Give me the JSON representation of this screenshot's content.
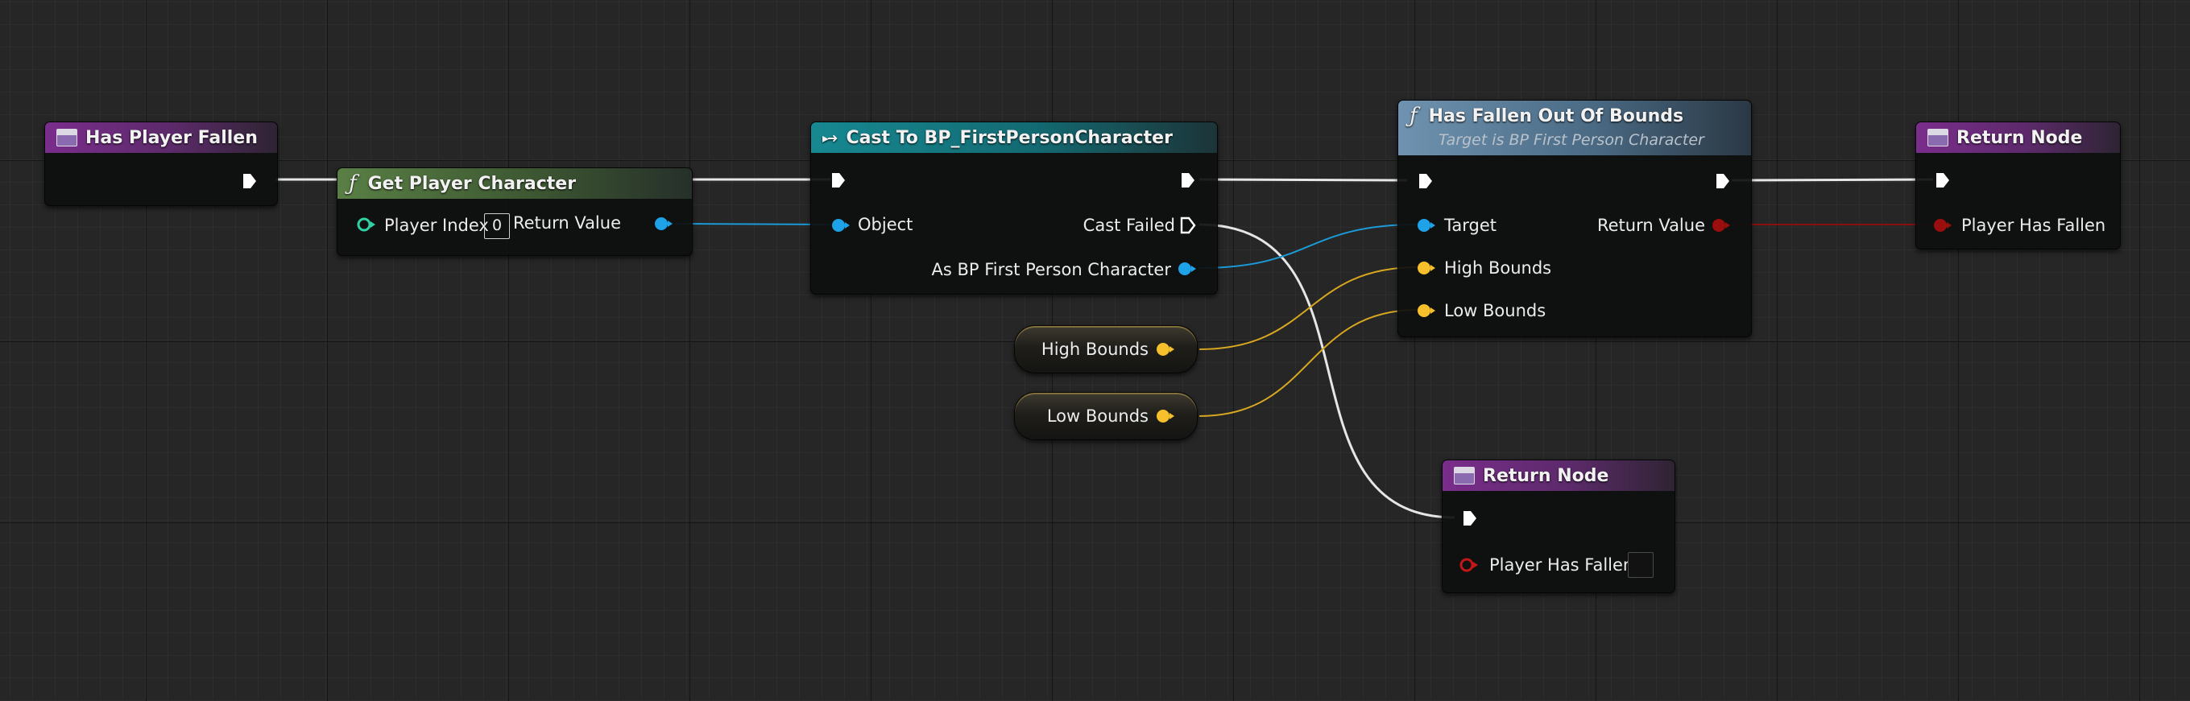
{
  "colors": {
    "exec": "#ffffff",
    "object_pin": "#1ea3e8",
    "float_pin": "#f5c02c",
    "bool_pin": "#9a0e0e",
    "int_pin": "#2fd2a4"
  },
  "nodes": {
    "entry": {
      "title": "Has Player Fallen",
      "icon": "function-entry-icon"
    },
    "get_player": {
      "title": "Get Player Character",
      "icon": "function-icon",
      "player_index_label": "Player Index",
      "player_index_value": "0",
      "return_label": "Return Value"
    },
    "cast": {
      "title": "Cast To BP_FirstPersonCharacter",
      "icon": "cast-icon",
      "object_label": "Object",
      "cast_failed_label": "Cast Failed",
      "as_label": "As BP First Person Character"
    },
    "has_fallen": {
      "title": "Has Fallen Out Of Bounds",
      "subtitle": "Target is BP First Person Character",
      "icon": "function-icon",
      "target_label": "Target",
      "return_label": "Return Value",
      "high_label": "High Bounds",
      "low_label": "Low Bounds"
    },
    "return_top": {
      "title": "Return Node",
      "icon": "return-node-icon",
      "output_label": "Player Has Fallen"
    },
    "return_bottom": {
      "title": "Return Node",
      "icon": "return-node-icon",
      "output_label": "Player Has Fallen",
      "checkbox_checked": false
    }
  },
  "variables": {
    "high": {
      "label": "High Bounds"
    },
    "low": {
      "label": "Low Bounds"
    }
  },
  "icons": {
    "fn_glyph": "ƒ"
  }
}
